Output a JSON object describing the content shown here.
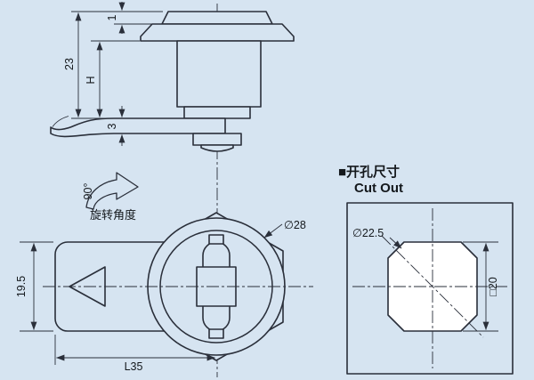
{
  "colors": {
    "background": "#d6e4f1",
    "line": "#2a2f3a",
    "text": "#14181c",
    "cutout_fill": "#ffffff"
  },
  "side_view": {
    "dim_cap_lip": "1",
    "dim_head_to_cam": "23",
    "dim_grip": "H",
    "dim_cam_thickness": "3"
  },
  "rotation_note": {
    "angle": "90°",
    "caption": "旋转角度"
  },
  "front_view": {
    "dim_head_diameter": "∅28",
    "dim_body_height": "19.5",
    "dim_body_length": "L35"
  },
  "cutout_panel": {
    "heading_zh": "■开孔尺寸",
    "heading_en": "Cut Out",
    "dim_hole_diameter": "∅22.5",
    "dim_hole_square": "□20"
  }
}
